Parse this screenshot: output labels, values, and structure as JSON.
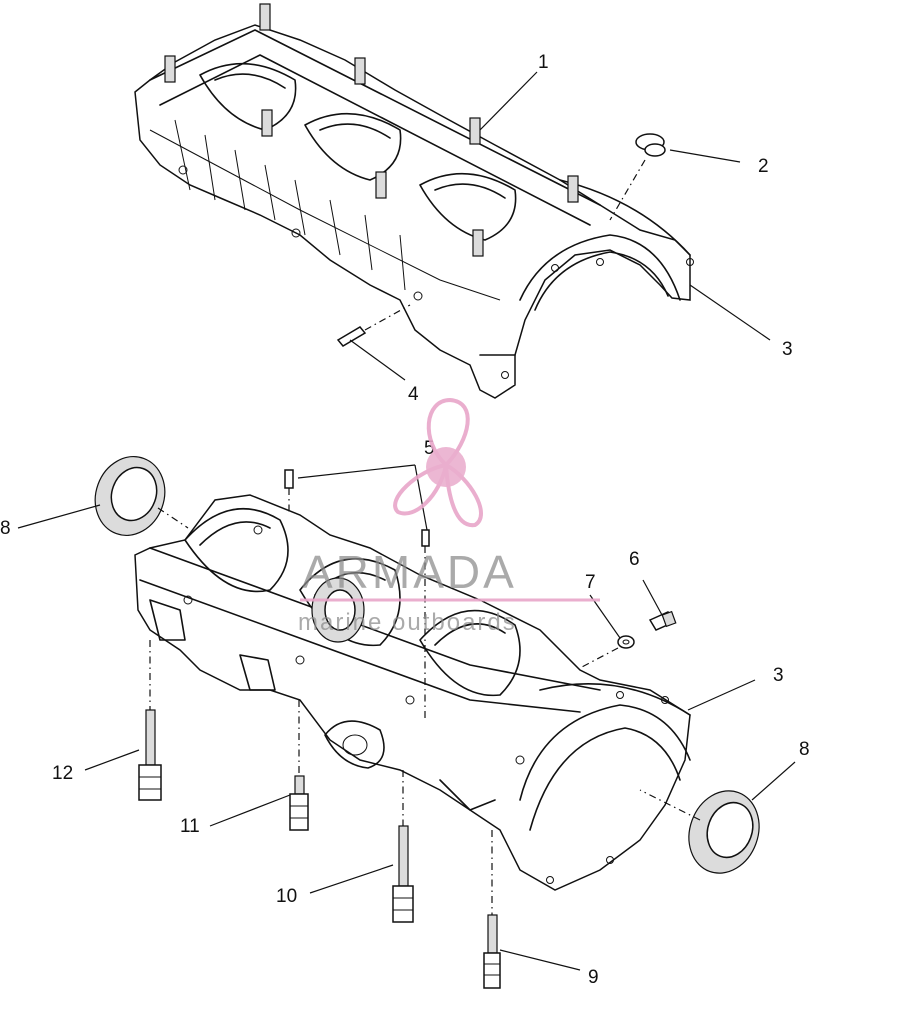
{
  "callouts": [
    "1",
    "2",
    "3",
    "4",
    "5",
    "6",
    "7",
    "8",
    "9",
    "10",
    "11",
    "12"
  ],
  "watermark": {
    "brand": "ARMADA",
    "tagline": "marine outboards",
    "color": "#e8a6c9"
  }
}
